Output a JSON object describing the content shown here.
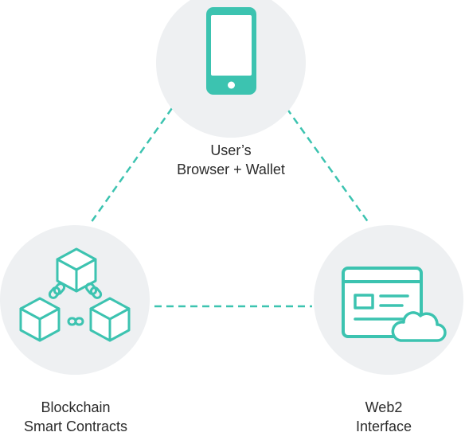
{
  "nodes": {
    "wallet": {
      "icon": "smartphone-icon",
      "label_line1": "User’s",
      "label_line2": "Browser + Wallet"
    },
    "blockchain": {
      "icon": "linked-blocks-icon",
      "label_line1": "Blockchain",
      "label_line2": "Smart Contracts"
    },
    "web2": {
      "icon": "web-page-cloud-icon",
      "label_line1": "Web2",
      "label_line2": "Interface"
    }
  },
  "colors": {
    "accent": "#3cc3b0",
    "node_background": "#eef0f2",
    "text": "#2b2b2b"
  }
}
